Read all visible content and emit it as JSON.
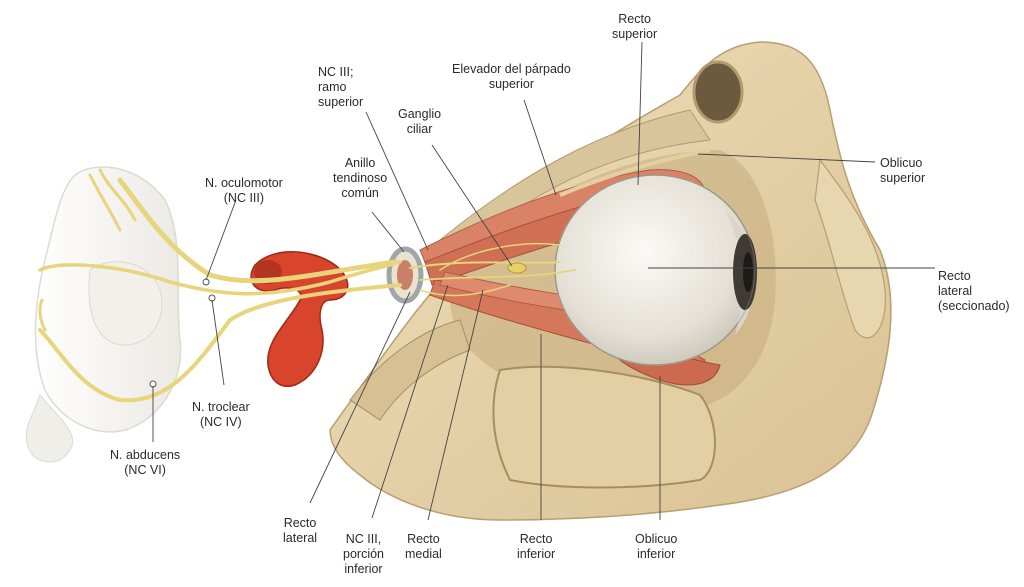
{
  "labels": {
    "recto_superior": [
      "Recto",
      "superior"
    ],
    "elevador": [
      "Elevador del párpado",
      "superior"
    ],
    "nc3_superior": [
      "NC III;",
      "ramo",
      "superior"
    ],
    "ganglio": [
      "Ganglio",
      "ciliar"
    ],
    "anillo": [
      "Anillo",
      "tendinoso",
      "común"
    ],
    "oculomotor": [
      "N. oculomotor",
      "(NC III)"
    ],
    "oblicuo_superior": [
      "Oblicuo",
      "superior"
    ],
    "recto_lateral_secc": [
      "Recto",
      "lateral",
      "(seccionado)"
    ],
    "troclear": [
      "N. troclear",
      "(NC IV)"
    ],
    "abducens": [
      "N. abducens",
      "(NC VI)"
    ],
    "recto_lateral": [
      "Recto",
      "lateral"
    ],
    "nc3_inferior": [
      "NC III,",
      "porción",
      "inferior"
    ],
    "recto_medial": [
      "Recto",
      "medial"
    ],
    "recto_inferior": [
      "Recto",
      "inferior"
    ],
    "oblicuo_inferior": [
      "Oblicuo",
      "inferior"
    ]
  },
  "colors": {
    "bone": "#e8d6ae",
    "bone_dark": "#c9b184",
    "muscle": "#d4785c",
    "muscle_dark": "#b95a40",
    "nerve": "#e8d47a",
    "artery": "#d8442c",
    "eye": "#ece8e0",
    "leader": "#444444"
  }
}
